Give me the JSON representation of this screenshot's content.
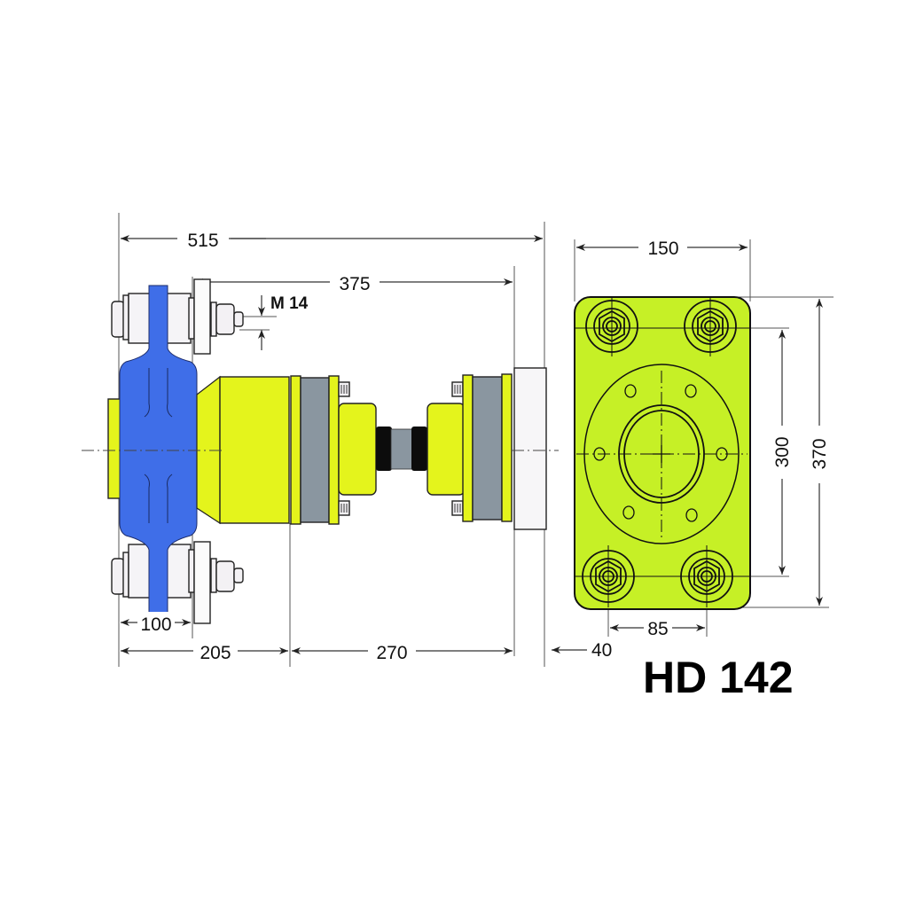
{
  "title": "HD 142",
  "colors": {
    "blue_part": "#3f6ee8",
    "yellow_part": "#e4f41c",
    "gray_band": "#8a96a0",
    "plate_green": "#c6f026",
    "black_coupling": "#0c0c0c",
    "white_part": "#f7f6f8"
  },
  "side_view": {
    "dimensions": {
      "overall_length": "515",
      "bolt_to_flange": "375",
      "thread": "M 14",
      "left_section": "100",
      "body_section": "205",
      "coupling_section": "270",
      "flange_thickness": "40"
    }
  },
  "front_view": {
    "dimensions": {
      "plate_width": "150",
      "bolt_spacing_horizontal": "85",
      "bolt_spacing_vertical": "300",
      "plate_height": "370"
    }
  }
}
